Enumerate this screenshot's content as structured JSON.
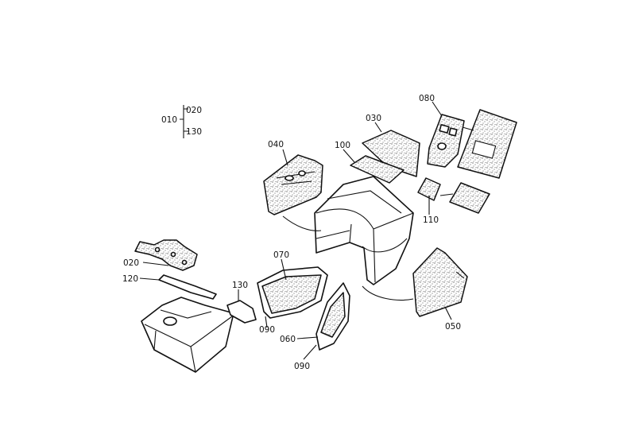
{
  "diagram": {
    "legend": {
      "main": "010",
      "sub": [
        "020",
        "130"
      ]
    },
    "callouts": {
      "p040": "040",
      "p030": "030",
      "p100": "100",
      "p080": "080",
      "p110": "110",
      "p050": "050",
      "p020": "020",
      "p120": "120",
      "p130": "130",
      "p070": "070",
      "p090a": "090",
      "p060": "060",
      "p090b": "090"
    }
  }
}
